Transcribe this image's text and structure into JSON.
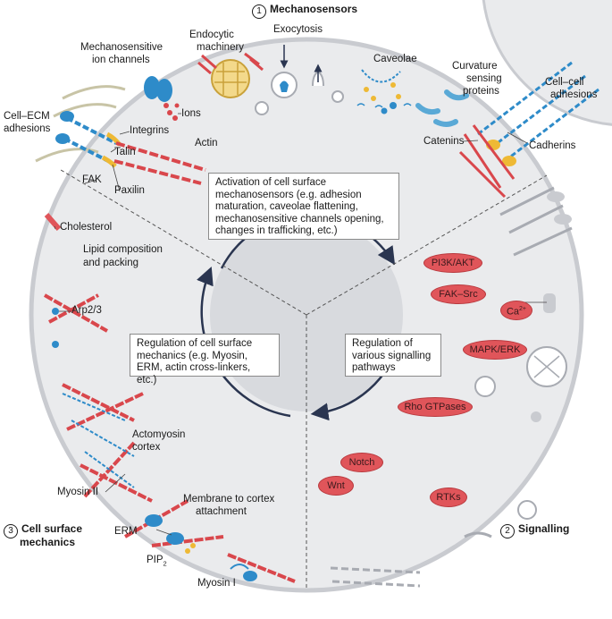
{
  "sections": {
    "mechanosensors": {
      "number": "1",
      "title": "Mechanosensors"
    },
    "signalling": {
      "number": "2",
      "title": "Signalling"
    },
    "mechanics": {
      "number": "3",
      "title_line1": "Cell surface",
      "title_line2": "mechanics"
    }
  },
  "labels": {
    "mechanosensitive_line1": "Mechanosensitive",
    "mechanosensitive_line2": "ion channels",
    "endocytic_line1": "Endocytic",
    "endocytic_line2": "machinery",
    "exocytosis": "Exocytosis",
    "caveolae": "Caveolae",
    "curvature_line1": "Curvature",
    "curvature_line2": "sensing",
    "curvature_line3": "proteins",
    "cellcell_line1": "Cell–cell",
    "cellcell_line2": "adhesions",
    "ions": "Ions",
    "cellecm_line1": "Cell–ECM",
    "cellecm_line2": "adhesions",
    "integrins": "Integrins",
    "actin": "Actin",
    "talin": "Talin",
    "fak": "FAK",
    "paxilin": "Paxilin",
    "catenins": "Catenins",
    "cadherins": "Cadherins",
    "cholesterol": "Cholesterol",
    "lipid_line1": "Lipid composition",
    "lipid_line2": "and packing",
    "arp": "Arp2/3",
    "actomyosin_line1": "Actomyosin",
    "actomyosin_line2": "cortex",
    "myosin2": "Myosin II",
    "membrane_line1": "Membrane to cortex",
    "membrane_line2": "attachment",
    "erm": "ERM",
    "pip_main": "PIP",
    "pip_sub": "2",
    "myosin1": "Myosin I",
    "ca_main": "Ca",
    "ca_sup": "2+"
  },
  "boxes": {
    "activation": [
      "Activation of cell surface",
      "mechanosensors (e.g. adhesion",
      "maturation, caveolae flattening,",
      "mechanosensitive channels opening,",
      "changes in trafficking, etc.)"
    ],
    "regulation_mech": [
      "Regulation of cell surface",
      "mechanics (e.g. Myosin,",
      "ERM, actin cross-linkers, etc.)"
    ],
    "regulation_sig": [
      "Regulation of",
      "various signalling",
      "pathways"
    ]
  },
  "pathways": [
    "PI3K/AKT",
    "FAK–Src",
    "MAPK/ERK",
    "Rho GTPases",
    "Notch",
    "Wnt",
    "RTKs"
  ],
  "colors": {
    "cell_fill": "#eaebed",
    "membrane": "#c9cbd0",
    "actin": "#d9474c",
    "blue": "#2e8bc9",
    "yellow": "#eeb935",
    "pathway": "#e0555a",
    "grey_structures": "#a8abb2"
  }
}
